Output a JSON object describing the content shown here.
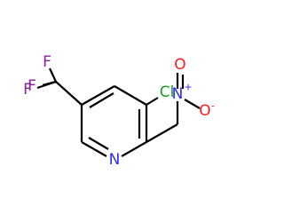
{
  "molecule": {
    "atoms": {
      "fluorine_top": "F",
      "fluorine_left": "F",
      "fluorine_bottom": "F",
      "chlorine": "Cl",
      "ring_nitrogen": "N",
      "nitro_nitrogen": "N",
      "nitro_nitrogen_charge": "+",
      "nitro_oxygen_top": "O",
      "nitro_oxygen_right": "O",
      "nitro_oxygen_charge": "-"
    }
  },
  "colors": {
    "bond": "#000000",
    "carbon_chain": "#000000",
    "fluorine": "#8b1fa2",
    "chlorine": "#1a9c1a",
    "nitrogen": "#2a2aff",
    "oxygen": "#ff1a1a"
  }
}
